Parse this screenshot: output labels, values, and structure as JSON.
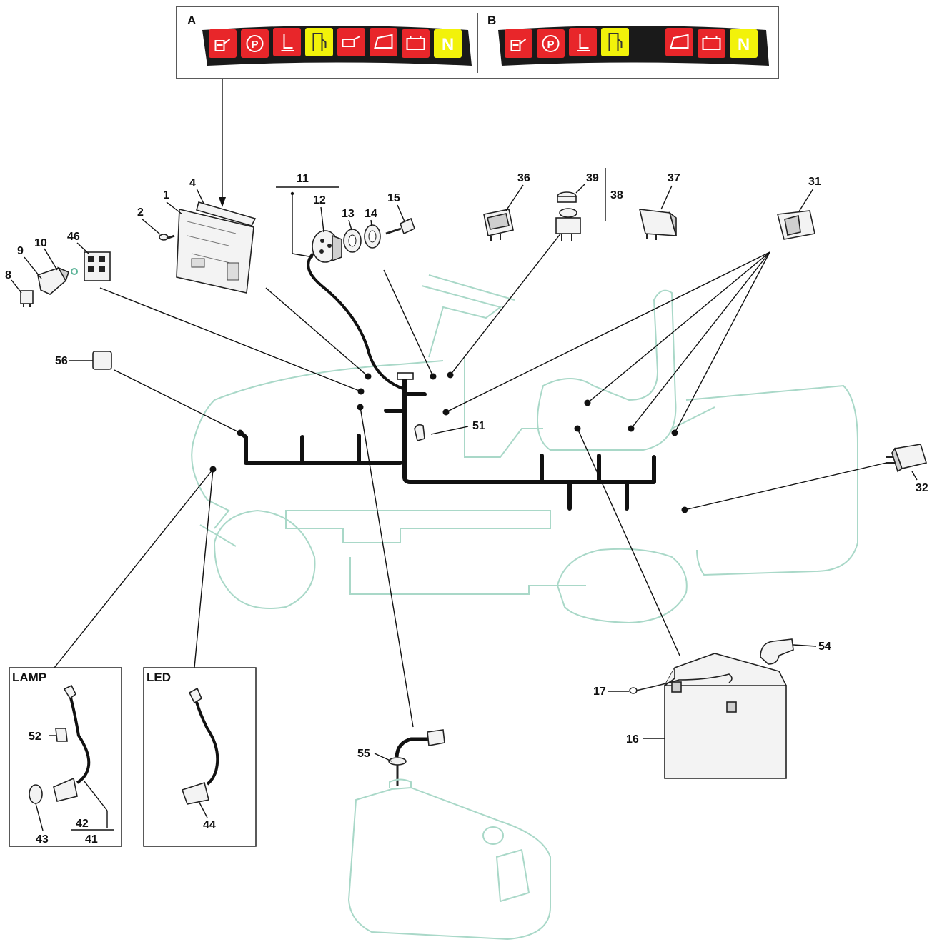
{
  "panel": {
    "variant_a_label": "A",
    "variant_b_label": "B",
    "colors": {
      "red": "#e8262a",
      "yellow": "#f2f20a",
      "bezel": "#1a1a1a"
    },
    "variant_a_lamps": [
      {
        "icon": "engine-lamp-icon",
        "color": "red"
      },
      {
        "icon": "parking-brake-icon",
        "color": "red",
        "text": "P"
      },
      {
        "icon": "seat-icon",
        "color": "red"
      },
      {
        "icon": "fuel-icon",
        "color": "yellow"
      },
      {
        "icon": "oil-icon",
        "color": "red"
      },
      {
        "icon": "grass-bag-icon",
        "color": "red"
      },
      {
        "icon": "battery-icon",
        "color": "red"
      },
      {
        "icon": "neutral-icon",
        "color": "yellow",
        "text": "N"
      }
    ],
    "variant_b_lamps": [
      {
        "icon": "engine-lamp-icon",
        "color": "red"
      },
      {
        "icon": "parking-brake-icon",
        "color": "red",
        "text": "P"
      },
      {
        "icon": "seat-icon",
        "color": "red"
      },
      {
        "icon": "fuel-icon",
        "color": "yellow"
      },
      {
        "icon": "empty-slot",
        "color": "bezel"
      },
      {
        "icon": "grass-bag-icon",
        "color": "red"
      },
      {
        "icon": "battery-icon",
        "color": "red"
      },
      {
        "icon": "neutral-icon",
        "color": "yellow",
        "text": "N"
      }
    ]
  },
  "callouts": {
    "c1": "1",
    "c2": "2",
    "c4": "4",
    "c8": "8",
    "c9": "9",
    "c10": "10",
    "c11": "11",
    "c12": "12",
    "c13": "13",
    "c14": "14",
    "c15": "15",
    "c16": "16",
    "c17": "17",
    "c31": "31",
    "c32": "32",
    "c36": "36",
    "c37": "37",
    "c38": "38",
    "c39": "39",
    "c41": "41",
    "c42": "42",
    "c43": "43",
    "c44": "44",
    "c46": "46",
    "c51": "51",
    "c52": "52",
    "c54": "54",
    "c55": "55",
    "c56": "56"
  },
  "boxes": {
    "lamp_title": "LAMP",
    "led_title": "LED"
  }
}
